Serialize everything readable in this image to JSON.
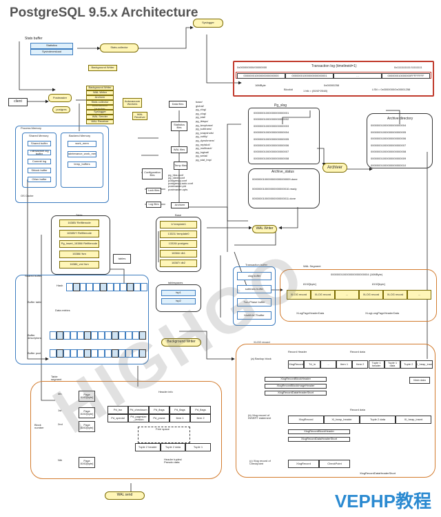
{
  "title": "PostgreSQL 9.5.x Architecture",
  "watermark": "HIGHGO",
  "brand": "VEPHP教程",
  "processes": {
    "stats_buffer": "Stats buffer",
    "statistics": "Statistics",
    "sysindexes_load": "Sysindexesload",
    "stats_collector": "Stats-collector",
    "syslogger": "Syslogger",
    "background_writer_small": "Background Writer",
    "client": "client",
    "postmaster": "Postmaster",
    "postgres": "postgres",
    "bg_list": [
      "Background Writer",
      "WAL Writer",
      "Archiver",
      "Stats collector",
      "Autovacuum launcher",
      "Syslogger",
      "WAL Sender",
      "WAL Receiver"
    ],
    "autovacuum_workers": "Autovacuum Workers",
    "wal_receiver_side": "WAL Receiver",
    "archiver": "Archiver",
    "wal_writer": "WAL Writer",
    "background_writer": "Background Writer",
    "wal_send": "WAL send"
  },
  "memory": {
    "region_label": "Process Memory",
    "shared_memory": "Shared Memory",
    "shared_items": [
      "Shared buffer",
      "Transaction log buffer",
      "Commit log",
      "Shlock buffer",
      "Other buffer"
    ],
    "backend_memory": "Backend Memory",
    "backend_items": [
      "work_mem",
      "maintenance_work_mem",
      "temp_buffers"
    ],
    "os_cache": "OS Cache"
  },
  "files": {
    "data_files": "Data files",
    "statistics_files": "Statistics files",
    "wal_files": "WAL files",
    "temp_files": "Temp files",
    "configuration_files": "Configuration files",
    "lock_files": "Lock files",
    "log_files": "Log files",
    "pg_list": [
      "base/",
      "global/",
      "pg_xlog/",
      "pg_clog/",
      "pg_stat/",
      "pg_tblspc/",
      "pg_twophase/",
      "pg_subtrans/",
      "pg_snapshots/",
      "pg_notify/",
      "pg_dynshmem/",
      "pg_replslot/",
      "pg_multixact/",
      "pg_logical/",
      "pg_serial/",
      "pg_stat_tmp/"
    ],
    "pg_conf_list": [
      "pg_hba.conf",
      "pg_ident.conf",
      "postgresql.conf",
      "postgresql.auto.conf"
    ],
    "lock_list": [
      "postmaster.pid",
      "postmaster.opts"
    ],
    "archive_label": "Archiver"
  },
  "transaction_log": {
    "title": "Transaction log (timelineid=1)",
    "start": "0x000000000/00000000",
    "end": "0x1111111111/11111111",
    "segments": [
      "00000001000000000000000",
      "00000001000000000000001",
      "…",
      "000000010000000FFFFFFFF"
    ],
    "seg_label": "16MByte",
    "blockid": "Blockid",
    "record_note": "1 blk = (8192*2048)",
    "lsn": "LSN = 0x0000000/0x00001258",
    "offset": "0x00000258"
  },
  "pg_xlog": {
    "title": "Pg_xlog",
    "files": [
      "00000001000000000000001",
      "00000001000000000000002",
      "00000001000000000000003",
      "00000001000000000000004",
      "00000001000000000000005",
      "00000001000000000000006",
      "00000001000000000000007",
      "00000001000000000000008"
    ]
  },
  "archive_status": {
    "title": "Archive_status",
    "files": [
      "0000000100000000000000009.done",
      "000000010000000000000010.ready",
      "000000010000000000000011.done"
    ]
  },
  "archive_directory": {
    "title": "Archive directory",
    "files": [
      "00000001000000000000004",
      "00000001000000000000005",
      "00000001000000000000006",
      "00000001000000000000007",
      "00000001000000000000008",
      "00000001000000000000009",
      "00000001000000000000010"
    ]
  },
  "tables": {
    "title": "Table",
    "items": [
      "16385/ Relfilenode",
      "16385/*/ Relfilenode",
      "Pg_insert_16386/ Relfilenode",
      "16386/ fsm",
      "16386_vm/ fsm"
    ],
    "tables_label": "tables"
  },
  "base": {
    "title": "Base",
    "items": [
      "1/ template1",
      "13321/ template0",
      "13326/ postgres",
      "16384/ db1",
      "16387/ db2"
    ]
  },
  "tablespaces": {
    "title": "tablespaces",
    "items": [
      "tsp1",
      "tsp2"
    ]
  },
  "transaction_buffers": {
    "title": "Transaction buffer",
    "items": [
      "clog buffer",
      "subtrans buffer",
      "Two-Phase buffer",
      "MultiXACTbuffer"
    ],
    "extra": "Clog buffer"
  },
  "shared_buffer": {
    "title": "Shared buffer",
    "buffer_table": "Buffer table",
    "buffer_descriptors": "Buffer descriptors",
    "buffer_pool": "Buffer pool",
    "hash_label": "Hash",
    "data_entries": "Data entries"
  },
  "wal_segment": {
    "title": "WAL Segment",
    "header": "0000000100000000000000004 (16MByte)",
    "size_a": "8192[byte]",
    "size_b": "8192[byte]",
    "records": [
      "XLOG record",
      "XLOG record",
      "…",
      "XLOG record",
      "XLOG record",
      "…"
    ],
    "short_header": "XLogLongPageHeaderData",
    "page_header": "XLogPageHeaderData"
  },
  "xlog_record": {
    "title": "XLOG record",
    "section_a": "(a) Backup block",
    "record_header": "Record Header",
    "record_data": "Record data",
    "row_a": [
      "XlogRecord",
      "Td_in",
      "…",
      "Item 1",
      "Item 2",
      "Tuple 1 header",
      "Tuple 1 data",
      "Tuple 2",
      "Xl_heap_insert"
    ],
    "hdr_items": [
      "XlogRecordBlockHeader",
      "XlogRecordBlockImageHeader",
      "XlogRecordDataHeaderShort"
    ],
    "main_data": "Main data",
    "section_b": "(b) Xlog record of INSERT statement",
    "record_data_b": "Record data",
    "row_b": [
      "XlogRecord",
      "Xl_heap_header",
      "Tuple 2 data",
      "Xl_heap_insert"
    ],
    "hdr_items_b": [
      "XlogRecordBlockHeader",
      "XlogRecordDataHeaderShort"
    ],
    "section_c": "(c) Xlog record of Checkpoint",
    "row_c": [
      "XlogRecord",
      "CheckPoint"
    ],
    "hdr_c": "XlogRecordDataHeaderShort"
  },
  "table_segment": {
    "title": "Table segment",
    "blocks": [
      "0th",
      "1st",
      "2nd",
      "Nth"
    ],
    "block_number": "Block number",
    "page_label": "Page 8192[byte]",
    "header_info": "Header info",
    "row1": [
      "Pd_lsn",
      "Pd_checksum",
      "Pd_flags",
      "Pd_flags",
      "Pd_flags"
    ],
    "row2": [
      "Pd_special",
      "Pd_pagesize _version",
      "Pd_prune",
      "Item 1",
      "Item 2"
    ],
    "free_space": "Free space",
    "tuples": [
      "Tuple 2 header",
      "Tuple 2 data",
      "Tuple 1"
    ],
    "tuple_footer": "Header tuples/ Pseudo data"
  }
}
